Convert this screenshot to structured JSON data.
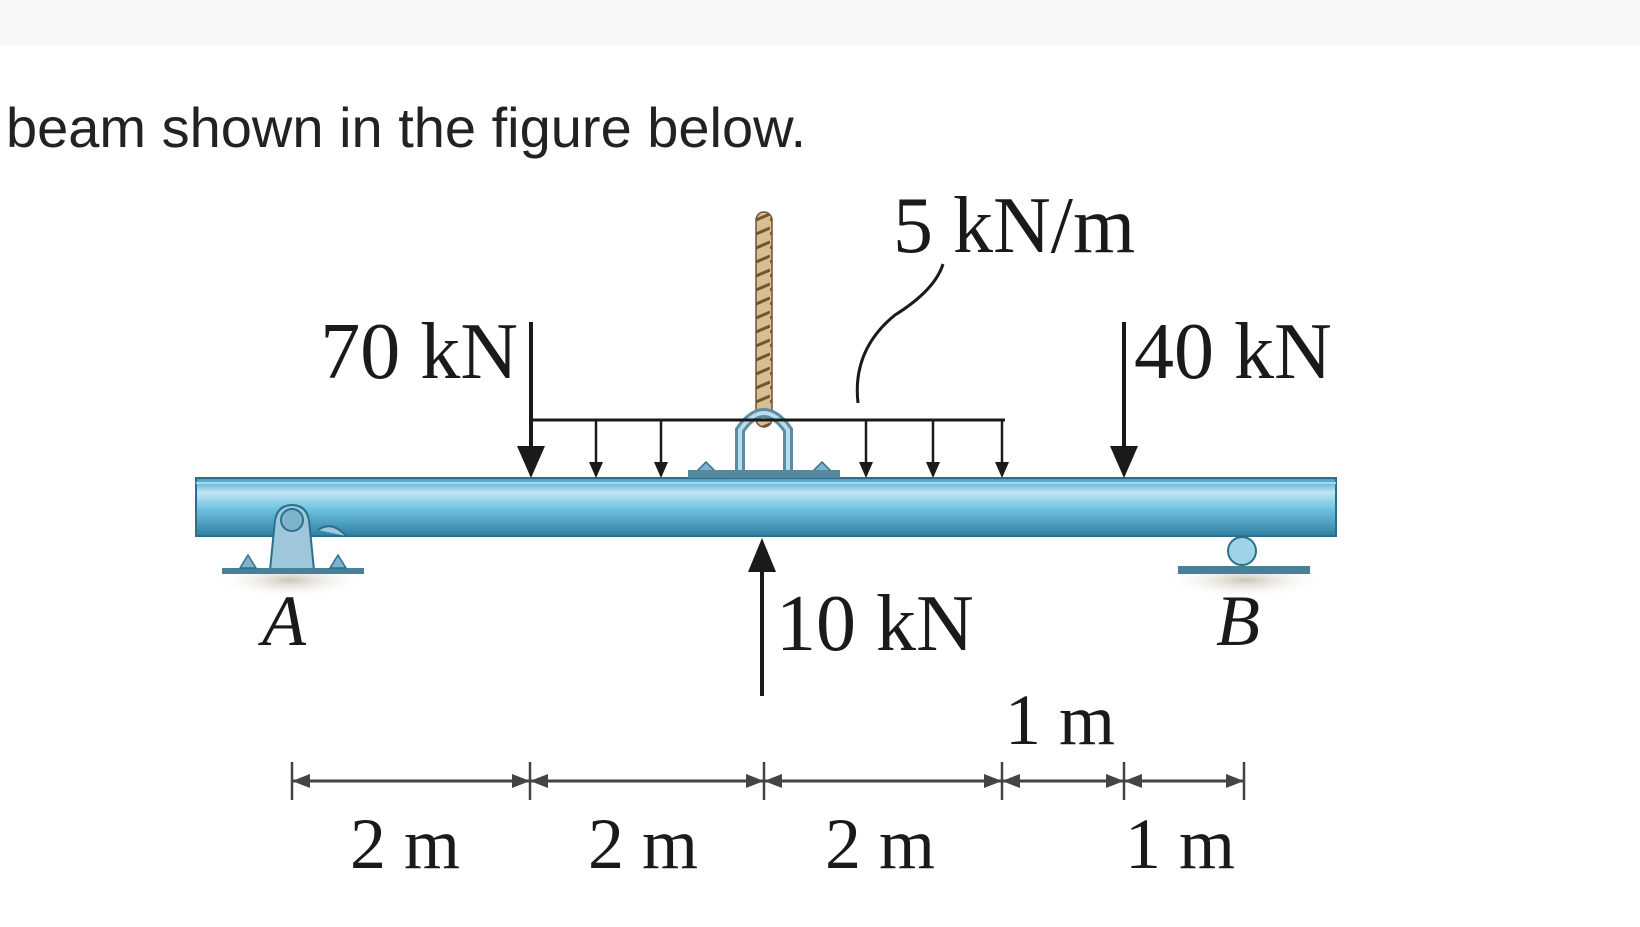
{
  "question": {
    "text": "beam shown in the figure below."
  },
  "diagram": {
    "loads": {
      "distributed_label": "5 kN/m",
      "point_load_left_label": "70 kN",
      "point_load_right_label": "40 kN",
      "upward_load_label": "10 kN"
    },
    "supports": {
      "left_label": "A",
      "right_label": "B"
    },
    "dimensions": {
      "seg1": "2 m",
      "seg2": "2 m",
      "seg3": "2 m",
      "seg4": "1 m",
      "seg5": "1 m"
    },
    "colors": {
      "beam": "#5fb6d6",
      "beam_light": "#bfe6f3",
      "beam_dark": "#2f7fa0",
      "support": "#9fc7dc",
      "line": "#1a1a1a",
      "rope": "#c7a878"
    }
  }
}
